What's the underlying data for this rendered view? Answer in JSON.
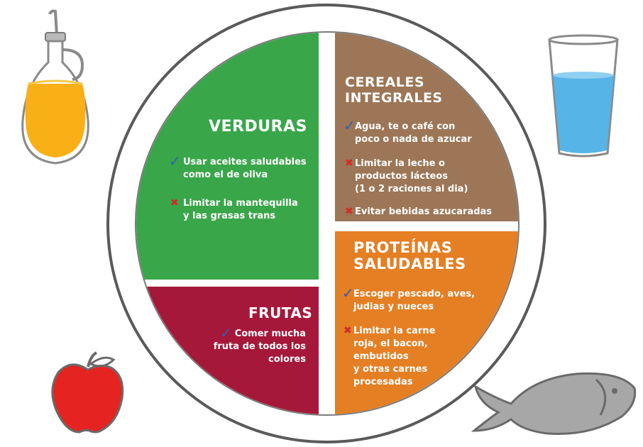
{
  "colors": {
    "verduras": "#3aa64a",
    "cereales": "#9c7656",
    "frutas": "#a6183a",
    "proteinas": "#e47f24",
    "check": "#2f5fb4",
    "cross": "#d22a2a"
  },
  "icons": {
    "check": "✓",
    "cross": "✖"
  },
  "sections": {
    "verduras": {
      "title": "VERDURAS",
      "items": [
        {
          "mark": "check",
          "lines": [
            "Usar aceites saludables",
            "como el de oliva"
          ]
        },
        {
          "mark": "cross",
          "lines": [
            "Limitar la mantequilla",
            "y las grasas trans"
          ]
        }
      ]
    },
    "cereales": {
      "title_lines": [
        "CEREALES",
        "INTEGRALES"
      ],
      "items": [
        {
          "mark": "check",
          "lines": [
            "Agua, te o café con",
            "poco o nada de azucar"
          ]
        },
        {
          "mark": "cross",
          "lines": [
            "Limitar la leche o",
            "productos lácteos",
            "(1 o 2 raciones al dia)"
          ]
        },
        {
          "mark": "cross",
          "lines": [
            "Evitar bebidas azucaradas"
          ]
        }
      ]
    },
    "frutas": {
      "title": "FRUTAS",
      "items": [
        {
          "mark": "check",
          "lines": [
            "Comer mucha",
            "fruta de todos los",
            "colores"
          ]
        }
      ]
    },
    "proteinas": {
      "title_lines": [
        "PROTEÍNAS",
        "SALUDABLES"
      ],
      "items": [
        {
          "mark": "check",
          "lines": [
            "Escoger pescado, aves,",
            "judias y nueces"
          ]
        },
        {
          "mark": "cross",
          "lines": [
            "Limitar la carne",
            "roja, el bacon,",
            "embutidos",
            "y otras carnes",
            "procesadas"
          ]
        }
      ]
    }
  }
}
